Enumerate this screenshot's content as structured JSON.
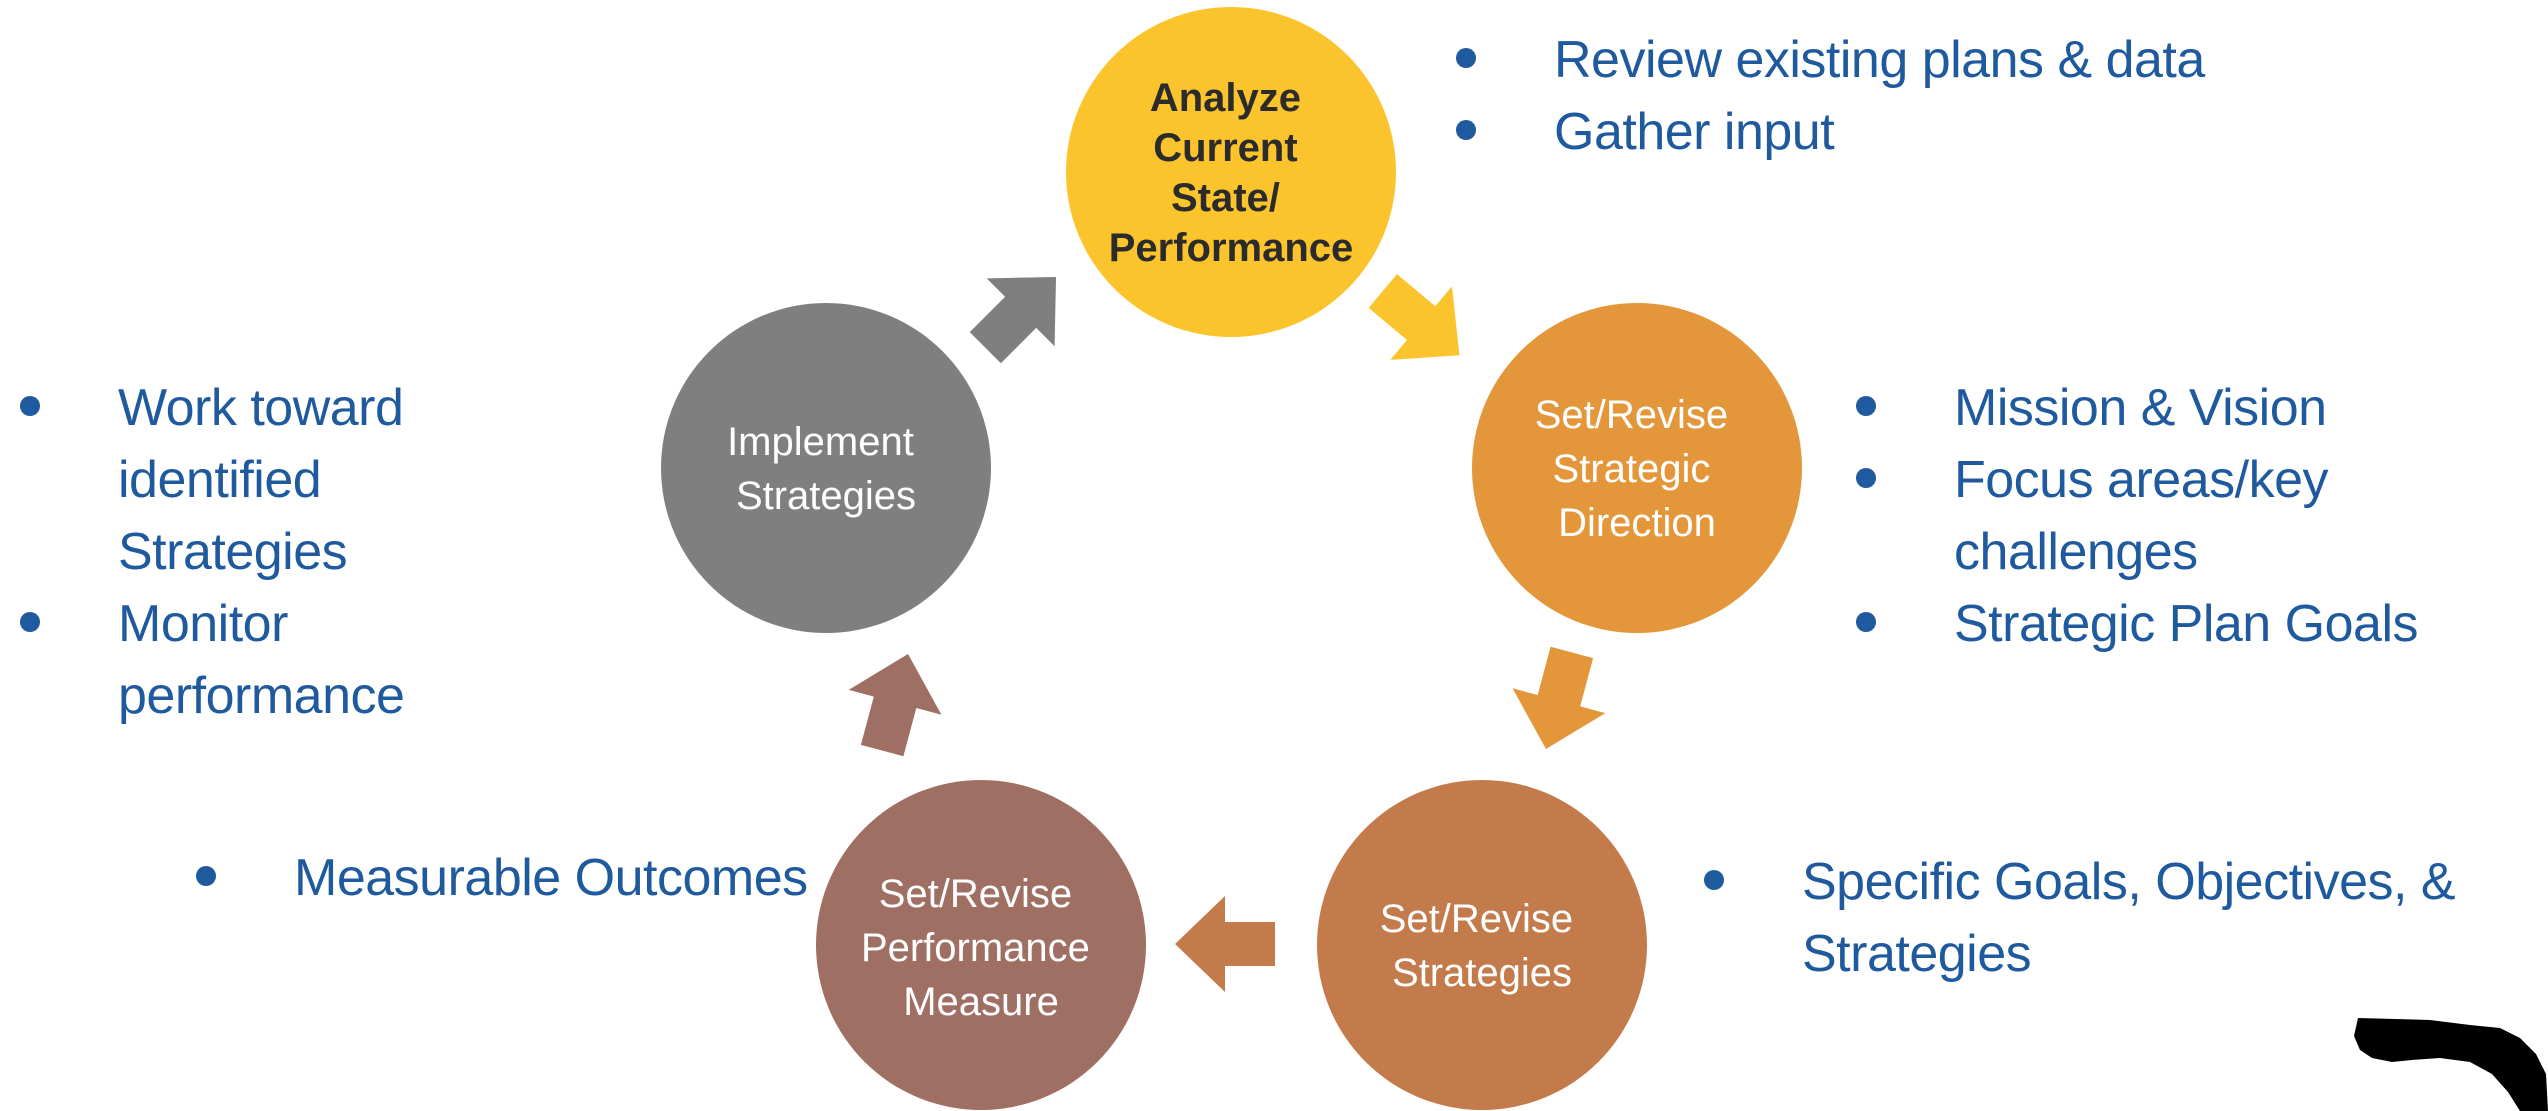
{
  "nodes": [
    {
      "id": "analyze",
      "lines": [
        "Analyze",
        "Current",
        "State/",
        "Performance"
      ],
      "color": "#fbc42c",
      "text_color": "#2b2b2b",
      "bold": true
    },
    {
      "id": "direction",
      "lines": [
        "Set/Revise",
        "Strategic",
        "Direction"
      ],
      "color": "#e3973a",
      "text_color": "#ffffff",
      "bold": false
    },
    {
      "id": "strategies",
      "lines": [
        "Set/Revise",
        "Strategies"
      ],
      "color": "#c47b4b",
      "text_color": "#ffffff",
      "bold": false
    },
    {
      "id": "measure",
      "lines": [
        "Set/Revise",
        "Performance",
        "Measure"
      ],
      "color": "#a06f63",
      "text_color": "#ffffff",
      "bold": false
    },
    {
      "id": "implement",
      "lines": [
        "Implement",
        "Strategies"
      ],
      "color": "#7f7f7f",
      "text_color": "#ffffff",
      "bold": false
    }
  ],
  "arrow_colors": [
    "#fbc42c",
    "#e3973a",
    "#c47b4b",
    "#a06f63",
    "#7f7f7f"
  ],
  "bullets": {
    "analyze": [
      "Review existing plans & data",
      "Gather input"
    ],
    "direction": [
      "Mission & Vision",
      "Focus areas/key challenges",
      "Strategic Plan Goals"
    ],
    "strategies": [
      "Specific Goals, Objectives, & Strategies"
    ],
    "measure": [
      "Measurable Outcomes"
    ],
    "implement": [
      "Work toward identified Strategies",
      "Monitor performance"
    ]
  },
  "colors": {
    "bullet_text": "#1f5a9e",
    "logo": "#000000"
  }
}
